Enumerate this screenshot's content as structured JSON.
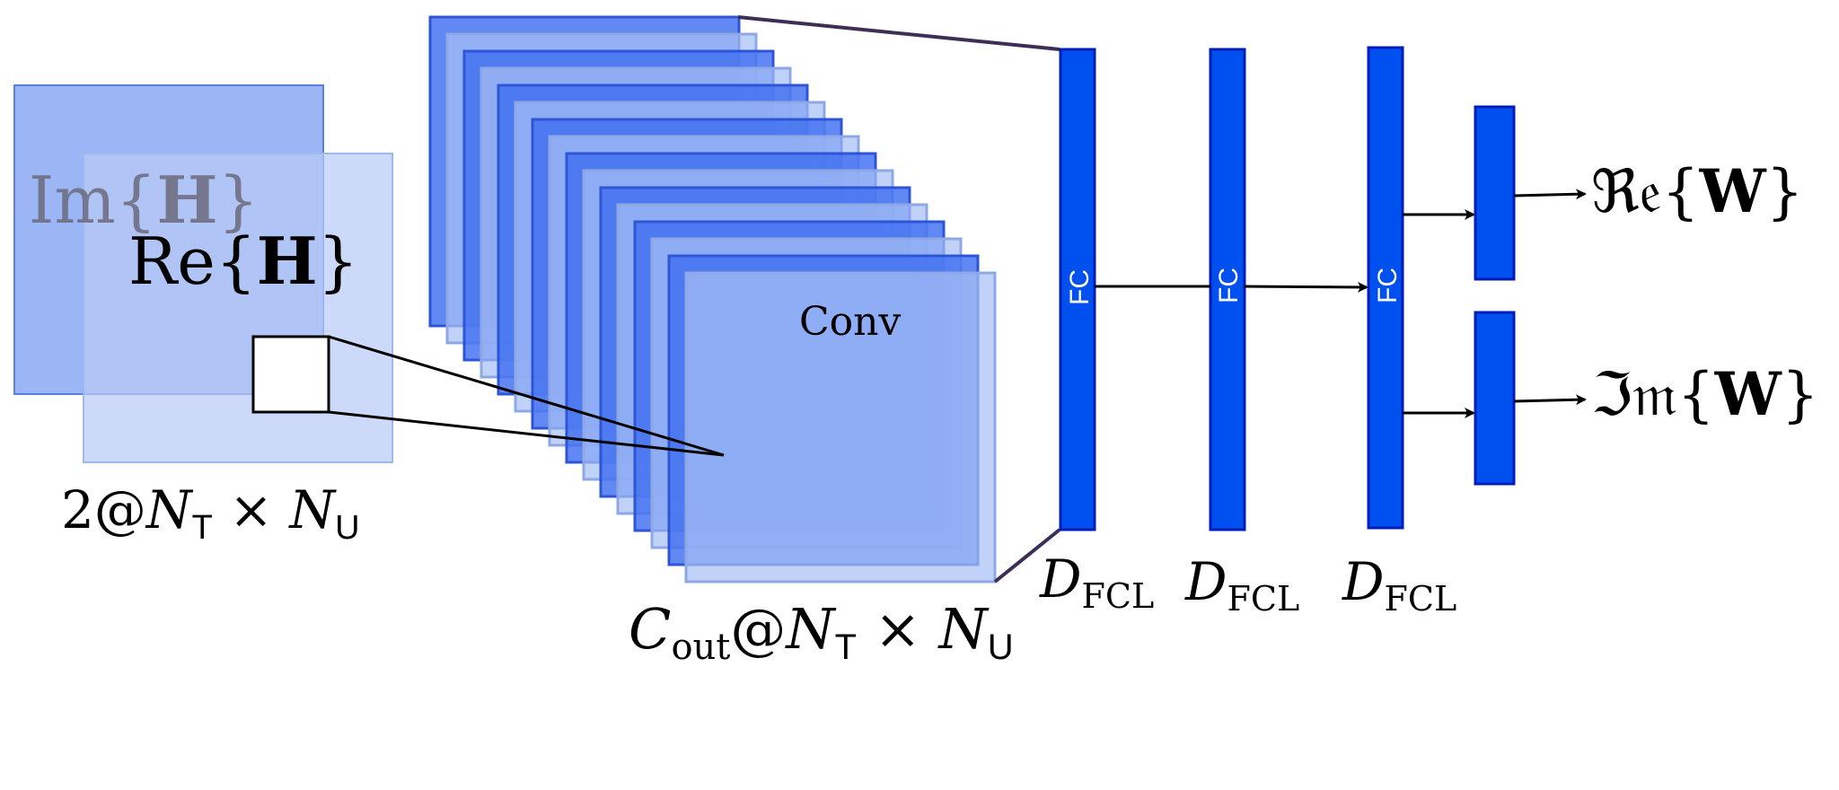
{
  "input": {
    "imag_label": {
      "pre": "Im{",
      "bold": "H",
      "post": "}"
    },
    "real_label": {
      "pre": "Re{",
      "bold": "H",
      "post": "}"
    },
    "dims": {
      "a": "2@",
      "b": "N",
      "b_sub": "T",
      "c": " × ",
      "d": "N",
      "d_sub": "U"
    }
  },
  "conv": {
    "label": "Conv",
    "dims": {
      "a": "C",
      "a_sub": "out",
      "b": "@",
      "c": "N",
      "c_sub": "T",
      "d": " × ",
      "e": "N",
      "e_sub": "U"
    }
  },
  "fc_layers": [
    {
      "label": "FC",
      "dim": "D",
      "dim_sub": "FCL"
    },
    {
      "label": "FC",
      "dim": "D",
      "dim_sub": "FCL"
    },
    {
      "label": "FC",
      "dim": "D",
      "dim_sub": "FCL"
    }
  ],
  "outputs": {
    "real": {
      "pre": "ℜ𝔢{",
      "bold": "W",
      "post": "}"
    },
    "imag": {
      "pre": "ℑ𝔪{",
      "bold": "W",
      "post": "}"
    }
  },
  "colors": {
    "fc_blue": "#0050ef",
    "fc_stroke": "#001dbc",
    "conv_dark": "#3f6ff0",
    "conv_light": "#a9c1f5",
    "input_back": "#7fa0f2",
    "input_front": "#b8cbf6",
    "edge": "#3d2e58",
    "label_gray": "#6a6a7a"
  }
}
